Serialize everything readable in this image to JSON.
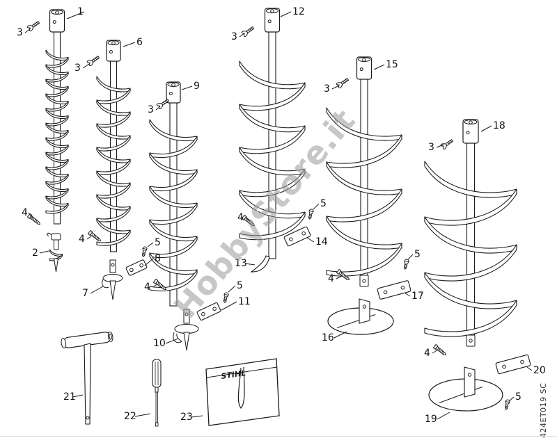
{
  "watermark": "HobbyStore.it",
  "document_code": "424ET019 SC",
  "bag_logo": "STIHL",
  "colors": {
    "line": "#1a1a1a",
    "watermark": "#9b9b9b"
  },
  "callouts": [
    {
      "label": "1"
    },
    {
      "label": "3"
    },
    {
      "label": "4"
    },
    {
      "label": "2"
    },
    {
      "label": "6"
    },
    {
      "label": "3"
    },
    {
      "label": "4"
    },
    {
      "label": "7"
    },
    {
      "label": "5"
    },
    {
      "label": "8"
    },
    {
      "label": "9"
    },
    {
      "label": "3"
    },
    {
      "label": "4"
    },
    {
      "label": "5"
    },
    {
      "label": "11"
    },
    {
      "label": "10"
    },
    {
      "label": "12"
    },
    {
      "label": "3"
    },
    {
      "label": "13"
    },
    {
      "label": "4"
    },
    {
      "label": "5"
    },
    {
      "label": "14"
    },
    {
      "label": "15"
    },
    {
      "label": "3"
    },
    {
      "label": "4"
    },
    {
      "label": "5"
    },
    {
      "label": "17"
    },
    {
      "label": "16"
    },
    {
      "label": "18"
    },
    {
      "label": "3"
    },
    {
      "label": "4"
    },
    {
      "label": "5"
    },
    {
      "label": "20"
    },
    {
      "label": "19"
    },
    {
      "label": "21"
    },
    {
      "label": "22"
    },
    {
      "label": "23"
    }
  ]
}
